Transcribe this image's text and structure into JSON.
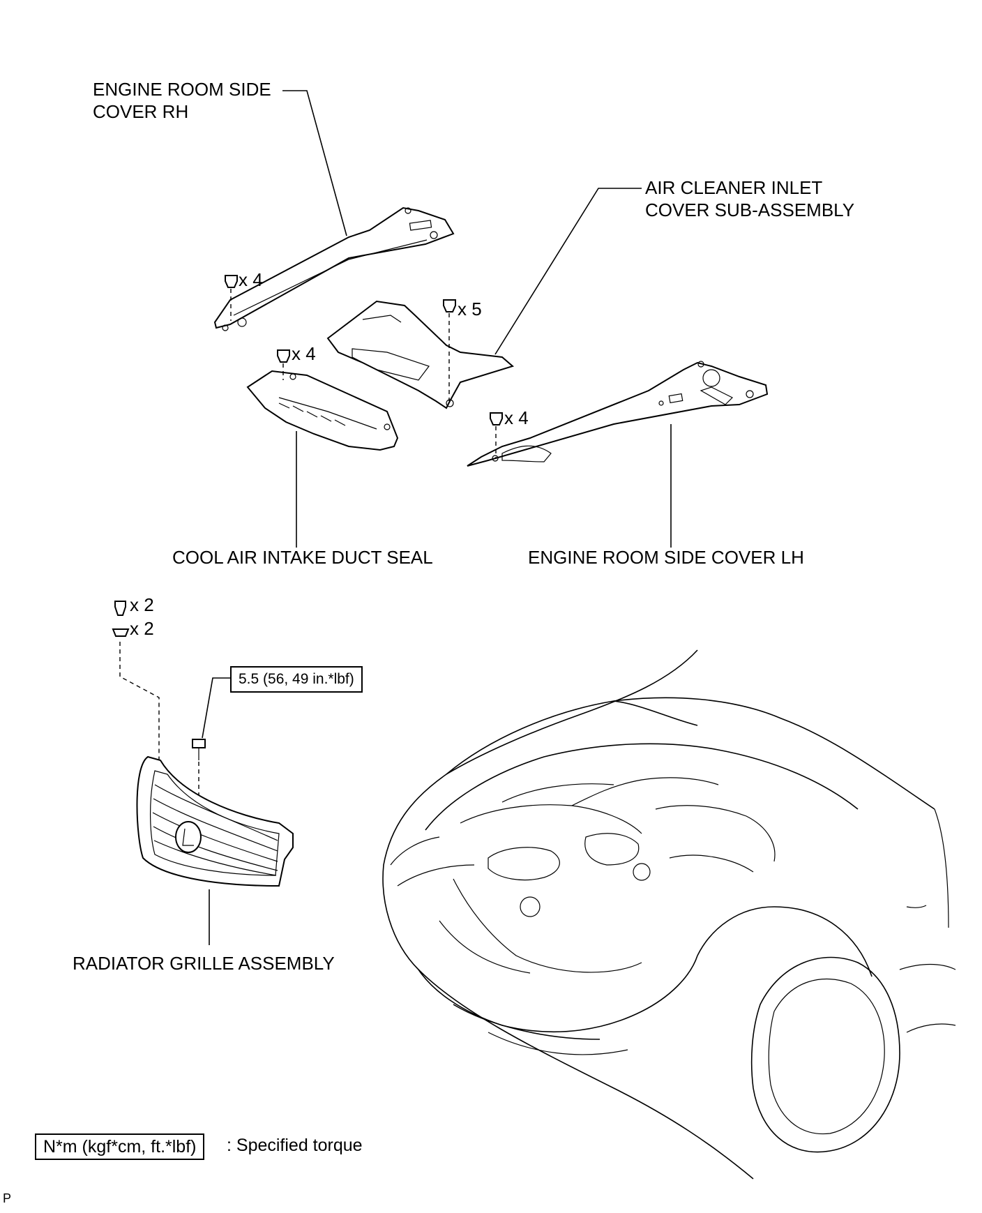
{
  "labels": {
    "engine_room_side_cover_rh": [
      "ENGINE ROOM SIDE",
      "COVER RH"
    ],
    "air_cleaner_inlet_cover": [
      "AIR CLEANER INLET",
      "COVER SUB-ASSEMBLY"
    ],
    "cool_air_intake_duct_seal": "COOL AIR INTAKE DUCT SEAL",
    "engine_room_side_cover_lh": "ENGINE ROOM SIDE COVER LH",
    "radiator_grille_assembly": "RADIATOR GRILLE ASSEMBLY"
  },
  "quantities": {
    "rh_clips": "x 4",
    "inlet_clips": "x 5",
    "seal_clips": "x 4",
    "lh_clips": "x 4",
    "grille_clips": "x 2",
    "grille_nuts": "x 2"
  },
  "torque": {
    "grille_bolt": "5.5 (56, 49 in.*lbf)"
  },
  "legend": {
    "unit_box": "N*m (kgf*cm, ft.*lbf)",
    "description": ": Specified torque"
  },
  "corner_mark": "P"
}
